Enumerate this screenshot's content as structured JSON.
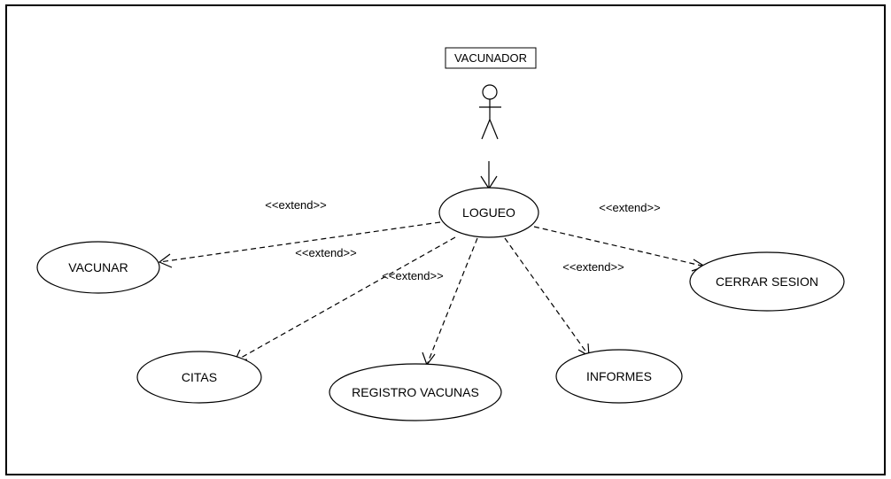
{
  "actor": {
    "name": "VACUNADOR"
  },
  "use_cases": {
    "logueo": "LOGUEO",
    "vacunar": "VACUNAR",
    "cerrar_sesion": "CERRAR  SESION",
    "citas": "CITAS",
    "registro_vacunas": "REGISTRO VACUNAS",
    "informes": "INFORMES"
  },
  "relations": {
    "ext_vacunar": "<<extend>>",
    "ext_citas": "<<extend>>",
    "ext_registro": "<<extend>>",
    "ext_informes": "<<extend>>",
    "ext_cerrar": "<<extend>>"
  },
  "colors": {
    "line": "#000000",
    "background": "#ffffff"
  }
}
